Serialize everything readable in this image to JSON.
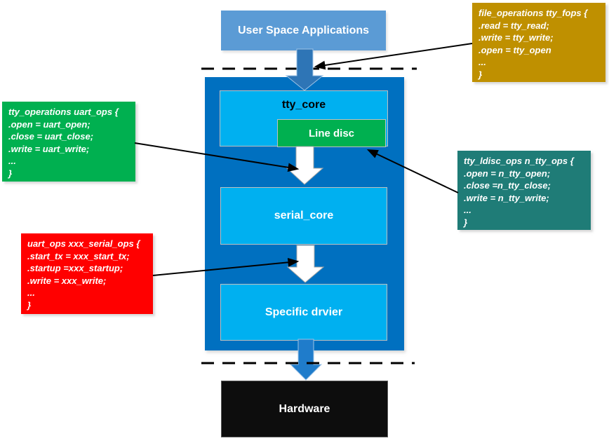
{
  "diagram": {
    "user_space": {
      "label": "User Space Applications"
    },
    "kernel_stack": {
      "tty_core_label": "tty_core",
      "line_disc_label": "Line disc",
      "serial_core_label": "serial_core",
      "specific_driver_label": "Specific drvier"
    },
    "hardware": {
      "label": "Hardware"
    },
    "annotations": {
      "tty_fops": {
        "color": "#BF9000",
        "lines": [
          "file_operations tty_fops {",
          ".read = tty_read;",
          ".write = tty_write;",
          ".open = tty_open",
          "...",
          "}"
        ]
      },
      "uart_ops": {
        "color": "#00B050",
        "lines": [
          "tty_operations uart_ops {",
          ".open = uart_open;",
          ".close = uart_close;",
          ".write = uart_write;",
          "...",
          "}"
        ]
      },
      "n_tty_ops": {
        "color": "#1F7C77",
        "lines": [
          "tty_ldisc_ops n_tty_ops {",
          ".open = n_tty_open;",
          ".close =n_tty_close;",
          ".write = n_tty_write;",
          "...",
          "}"
        ]
      },
      "xxx_serial_ops": {
        "color": "#FF0000",
        "lines": [
          "uart_ops xxx_serial_ops {",
          ".start_tx = xxx_start_tx;",
          ".startup =xxx_startup;",
          ".write = xxx_write;",
          "...",
          "}"
        ]
      }
    },
    "colors": {
      "user_space_blue": "#5B9BD5",
      "kernel_container_blue": "#0070C0",
      "module_light_blue": "#00B0F0",
      "line_disc_green": "#00B050",
      "hardware_black": "#0D0D0D",
      "top_arrow_blue": "#2E75B6",
      "bottom_arrow_blue": "#1F7CCB",
      "connector_black": "#000000"
    }
  }
}
